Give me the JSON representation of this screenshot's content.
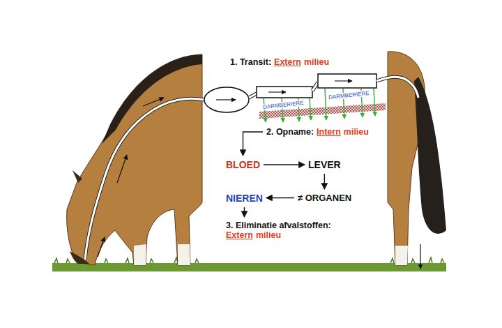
{
  "diagram": {
    "nodes": [
      {
        "text": [
          "1. Transit:",
          "Extern",
          "milieu"
        ]
      },
      {
        "text": [
          "2. Opname:",
          "Intern",
          "milieu"
        ]
      },
      {
        "text": [
          "BLOED"
        ]
      },
      {
        "text": [
          "LEVER"
        ]
      },
      {
        "text": [
          "≠ ORGANEN"
        ]
      },
      {
        "text": [
          "NIEREN"
        ]
      },
      {
        "text": [
          "3. Eliminatie afvalstoffen:",
          "Extern",
          "milieu"
        ]
      }
    ],
    "edges": [
      {
        "from": 1,
        "to": 2,
        "arrow": "to"
      },
      {
        "from": 2,
        "to": 3,
        "arrow": "to"
      },
      {
        "from": 3,
        "to": 4,
        "arrow": "to"
      },
      {
        "from": 4,
        "to": 5,
        "arrow": "to"
      },
      {
        "from": 5,
        "to": 6,
        "arrow": "to"
      }
    ],
    "labels": [
      "DARMBERIERE",
      "DARMBERIERE"
    ]
  }
}
